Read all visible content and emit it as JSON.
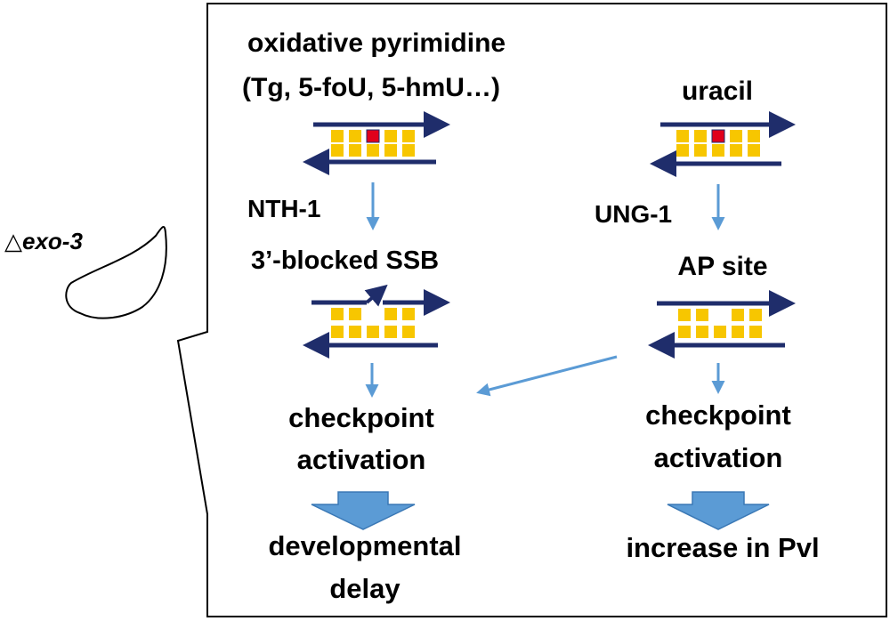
{
  "worm": {
    "delta_symbol": "△",
    "name": "exo-3"
  },
  "left_branch": {
    "lesion_line1": "oxidative pyrimidine",
    "lesion_line2": "(Tg, 5-foU, 5-hmU…)",
    "enzyme": "NTH-1",
    "intermediate": "3’-blocked SSB",
    "checkpoint_line1": "checkpoint",
    "checkpoint_line2": "activation",
    "outcome_line1": "developmental",
    "outcome_line2": "delay"
  },
  "right_branch": {
    "lesion": "uracil",
    "enzyme": "UNG-1",
    "intermediate": "AP site",
    "checkpoint_line1": "checkpoint",
    "checkpoint_line2": "activation",
    "outcome": "increase in Pvl"
  },
  "colors": {
    "strand": "#1f2d6b",
    "base": "#f7c600",
    "lesion_base": "#e0001b",
    "small_arrow": "#5b9bd5",
    "big_arrow": "#5b9bd5",
    "frame": "#000000"
  }
}
